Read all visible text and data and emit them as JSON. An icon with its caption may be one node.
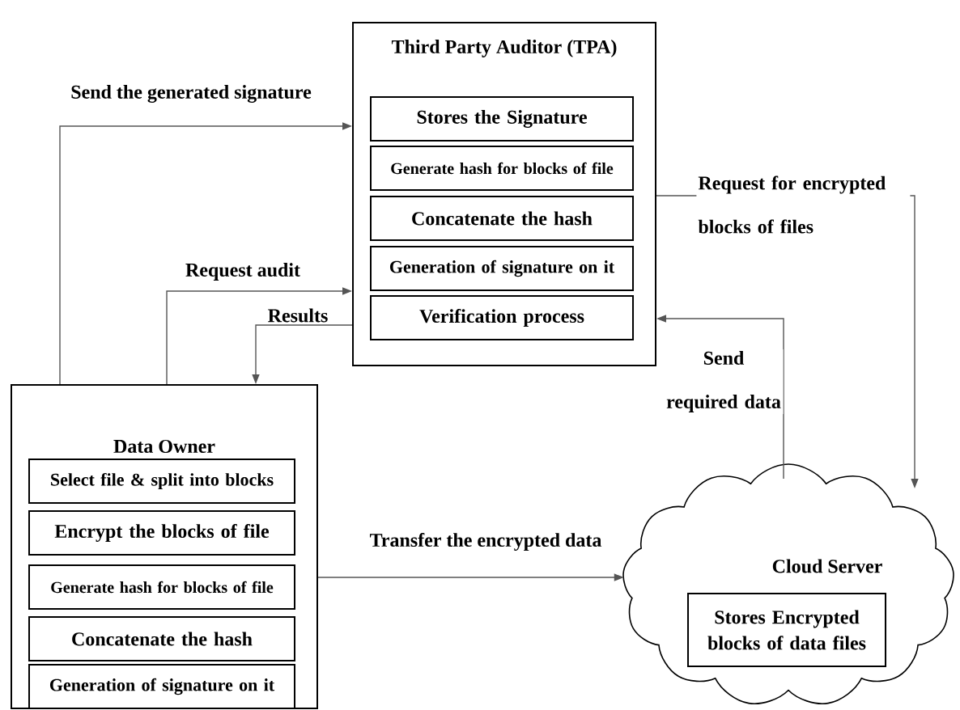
{
  "diagram": {
    "nodes": [
      {
        "text": [
          "Third Party Auditor (TPA)"
        ]
      },
      {
        "text": [
          "Stores the Signature"
        ],
        "in": 0
      },
      {
        "text": [
          "Generate hash for blocks of file"
        ],
        "in": 0
      },
      {
        "text": [
          "Concatenate the hash"
        ],
        "in": 0
      },
      {
        "text": [
          "Generation of signature on it"
        ],
        "in": 0
      },
      {
        "text": [
          "Verification process"
        ],
        "in": 0
      },
      {
        "text": [
          "Data Owner"
        ]
      },
      {
        "text": [
          "Select file & split into blocks"
        ],
        "in": 6
      },
      {
        "text": [
          "Encrypt the blocks of file"
        ],
        "in": 6
      },
      {
        "text": [
          "Generate hash for blocks of file"
        ],
        "in": 6
      },
      {
        "text": [
          "Concatenate the hash"
        ],
        "in": 6
      },
      {
        "text": [
          "Generation of signature on it"
        ],
        "in": 6
      },
      {
        "text": [
          "Cloud Server"
        ]
      },
      {
        "text": [
          "Stores Encrypted blocks of data files"
        ],
        "in": 12
      }
    ],
    "edges": [
      {
        "from": 6,
        "to": 0,
        "arrow": "to",
        "label": "Send the generated signature"
      },
      {
        "from": 6,
        "to": 0,
        "arrow": "to",
        "label": "Request audit"
      },
      {
        "from": 0,
        "to": 6,
        "arrow": "to",
        "label": "Results"
      },
      {
        "from": 0,
        "to": 12,
        "arrow": "to",
        "label": "Request for encrypted blocks of files"
      },
      {
        "from": 12,
        "to": 0,
        "arrow": "to",
        "label": "Send required data"
      },
      {
        "from": 6,
        "to": 12,
        "arrow": "to",
        "label": "Transfer the encrypted data"
      }
    ]
  }
}
